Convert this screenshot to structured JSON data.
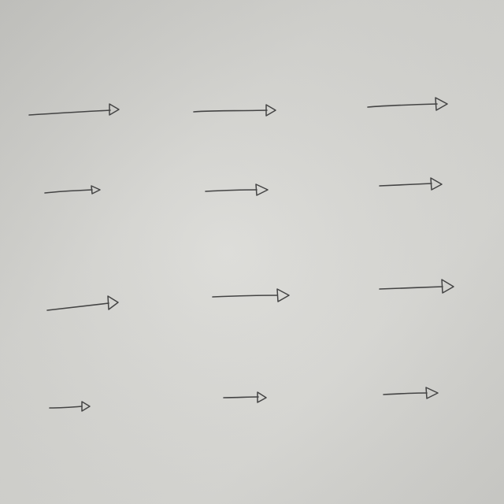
{
  "scene": {
    "subject": "hand-drawn-arrows-on-paper",
    "paper_color": "#d6d6d2",
    "ink_color": "#444444",
    "arrow_direction": "right",
    "layout": {
      "rows": 4,
      "columns": 3
    },
    "arrow_count": 12
  }
}
